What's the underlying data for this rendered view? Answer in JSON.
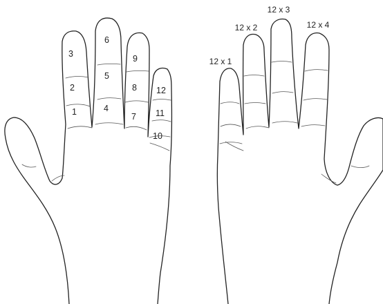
{
  "left_hand": {
    "segments": [
      "1",
      "2",
      "3",
      "4",
      "5",
      "6",
      "7",
      "8",
      "9",
      "10",
      "11",
      "12"
    ]
  },
  "right_hand": {
    "finger_labels": [
      "12 x 1",
      "12 x 2",
      "12 x 3",
      "12 x 4"
    ]
  }
}
